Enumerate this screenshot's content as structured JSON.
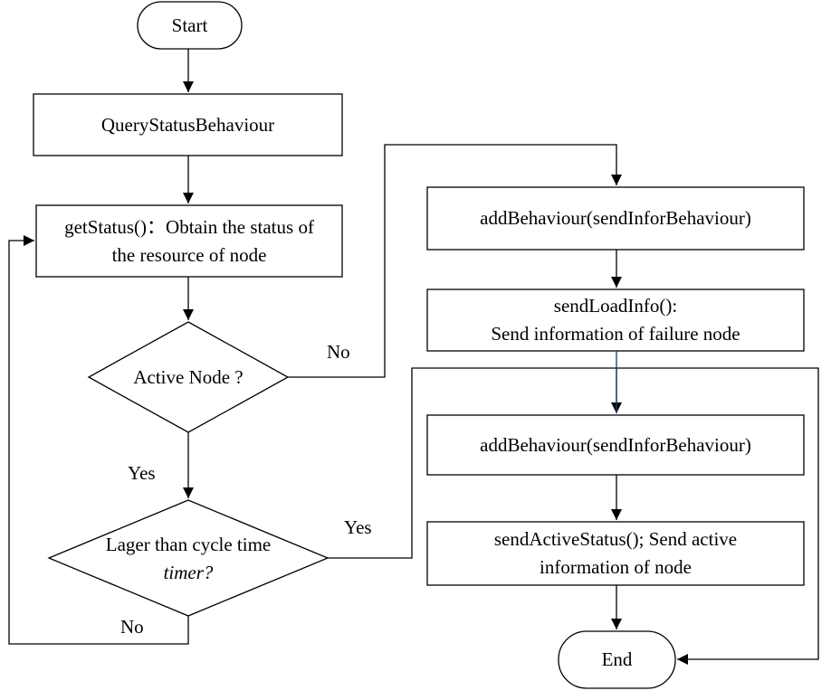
{
  "nodes": {
    "start": "Start",
    "query_status": "QueryStatusBehaviour",
    "get_status": {
      "line1": "getStatus()：Obtain the status of",
      "line2": "the resource of node"
    },
    "active_node": "Active Node ?",
    "cycle_time": {
      "line1": "Lager than cycle time",
      "line2": "timer?"
    },
    "add_behaviour_1": "addBehaviour(sendInforBehaviour)",
    "send_load_info": {
      "line1": "sendLoadInfo():",
      "line2": "Send information of failure node"
    },
    "add_behaviour_2": "addBehaviour(sendInforBehaviour)",
    "send_active_status": {
      "line1": "sendActiveStatus(); Send active",
      "line2": "information of node"
    },
    "end": "End"
  },
  "edges": {
    "active_no": "No",
    "active_yes": "Yes",
    "cycle_yes": "Yes",
    "cycle_no": "No"
  }
}
